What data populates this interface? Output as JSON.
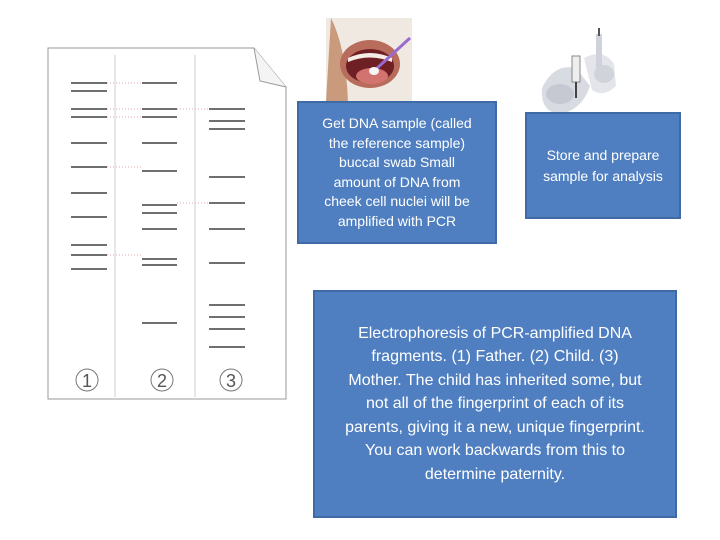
{
  "gel": {
    "lane_labels": [
      "1",
      "2",
      "3"
    ],
    "colors": {
      "paper": "#ffffff",
      "outline": "#9a9a9a",
      "band": "#6f6f6f",
      "dotted_link": "#e3a7a7"
    }
  },
  "photos": {
    "swab": {
      "icon": "buccal-swab-photo-icon"
    },
    "pipette": {
      "icon": "gloved-pipette-photo-icon"
    }
  },
  "boxes": {
    "dna_sample": "Get DNA sample  (called\nthe reference sample)\nbuccal swab  Small\namount of DNA from\ncheek cell nuclei will be\namplified with PCR",
    "store_prepare": "Store and prepare\nsample for analysis",
    "electrophoresis": "Electrophoresis of PCR-amplified DNA\nfragments. (1) Father. (2) Child. (3)\nMother. The child has inherited some, but\nnot all of the fingerprint of each of its\nparents, giving it a new, unique fingerprint.\nYou can work backwards from this to\ndetermine paternity."
  },
  "colors": {
    "box_fill": "#4f7fc1",
    "box_border": "#3e6aa6",
    "box_text": "#ffffff"
  }
}
